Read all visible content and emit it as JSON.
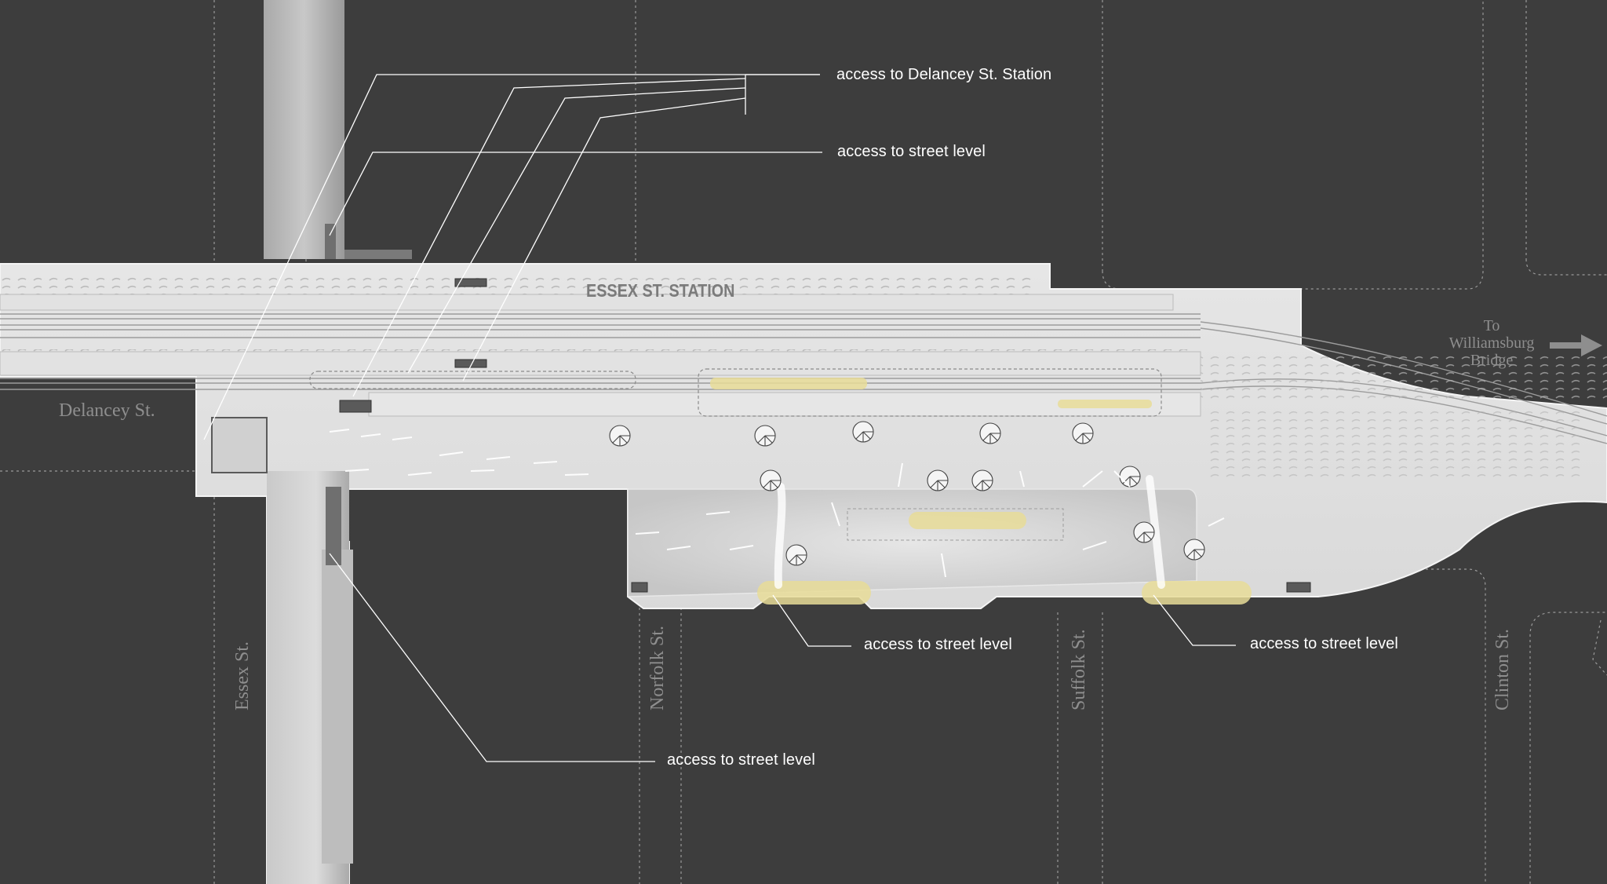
{
  "station": {
    "title": "ESSEX ST. STATION"
  },
  "streets": {
    "delancey": "Delancey St.",
    "essex": "Essex St.",
    "norfolk": "Norfolk St.",
    "suffolk": "Suffolk St.",
    "clinton": "Clinton St."
  },
  "bridge": {
    "line1": "To",
    "line2": "Williamsburg",
    "line3": "Bridge"
  },
  "callouts": [
    {
      "text": "access to Delancey St. Station"
    },
    {
      "text": "access to street level"
    },
    {
      "text": "access to street level"
    },
    {
      "text": "access to street level"
    },
    {
      "text": "access to street level"
    }
  ],
  "colors": {
    "background": "#3d3d3d",
    "plan_fill": "#dcdcdc",
    "highlight": "#e8dc98",
    "leader_line": "#ffffff",
    "street_label": "#8e8e8e"
  },
  "icons": [
    "arrow-right-icon",
    "spiral-stair-icon",
    "stair-icon"
  ]
}
